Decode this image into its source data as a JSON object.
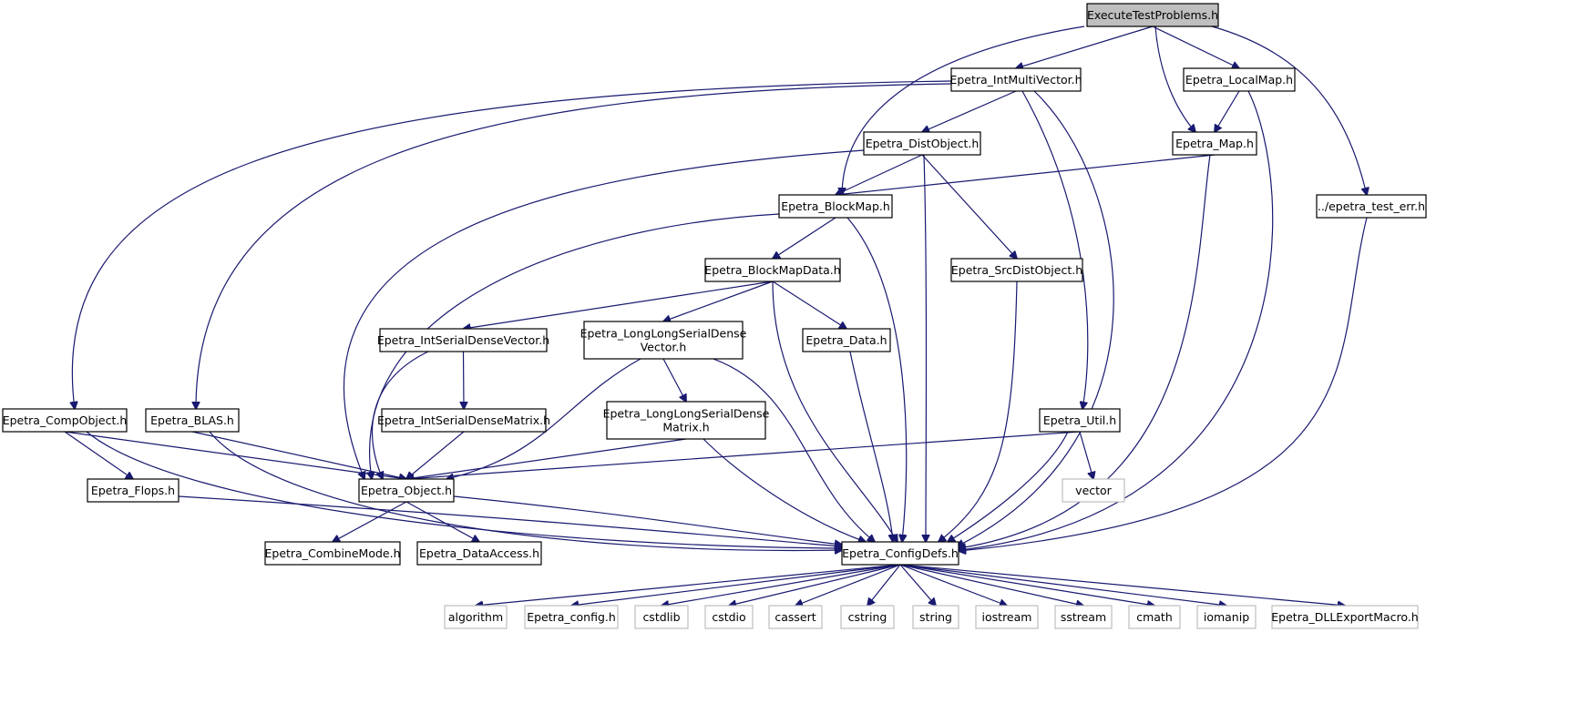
{
  "diagram": {
    "nodes": [
      {
        "id": "exec",
        "label": "ExecuteTestProblems.h",
        "root": true
      },
      {
        "id": "intmv",
        "label": "Epetra_IntMultiVector.h"
      },
      {
        "id": "localmap",
        "label": "Epetra_LocalMap.h"
      },
      {
        "id": "distobj",
        "label": "Epetra_DistObject.h"
      },
      {
        "id": "map",
        "label": "Epetra_Map.h"
      },
      {
        "id": "blockmap",
        "label": "Epetra_BlockMap.h"
      },
      {
        "id": "testerr",
        "label": "../epetra_test_err.h"
      },
      {
        "id": "bmdata",
        "label": "Epetra_BlockMapData.h"
      },
      {
        "id": "srcdist",
        "label": "Epetra_SrcDistObject.h"
      },
      {
        "id": "isdv",
        "label": "Epetra_IntSerialDenseVector.h"
      },
      {
        "id": "llsdv",
        "label": "Epetra_LongLongSerialDense\nVector.h"
      },
      {
        "id": "data",
        "label": "Epetra_Data.h"
      },
      {
        "id": "compobj",
        "label": "Epetra_CompObject.h"
      },
      {
        "id": "blas",
        "label": "Epetra_BLAS.h"
      },
      {
        "id": "isdm",
        "label": "Epetra_IntSerialDenseMatrix.h"
      },
      {
        "id": "llsdm",
        "label": "Epetra_LongLongSerialDense\nMatrix.h"
      },
      {
        "id": "util",
        "label": "Epetra_Util.h"
      },
      {
        "id": "flops",
        "label": "Epetra_Flops.h"
      },
      {
        "id": "object",
        "label": "Epetra_Object.h"
      },
      {
        "id": "vector",
        "label": "vector",
        "external": true
      },
      {
        "id": "combine",
        "label": "Epetra_CombineMode.h"
      },
      {
        "id": "dataaccess",
        "label": "Epetra_DataAccess.h"
      },
      {
        "id": "configdefs",
        "label": "Epetra_ConfigDefs.h"
      },
      {
        "id": "algorithm",
        "label": "algorithm",
        "external": true
      },
      {
        "id": "config",
        "label": "Epetra_config.h",
        "external": true
      },
      {
        "id": "cstdlib",
        "label": "cstdlib",
        "external": true
      },
      {
        "id": "cstdio",
        "label": "cstdio",
        "external": true
      },
      {
        "id": "cassert",
        "label": "cassert",
        "external": true
      },
      {
        "id": "cstring",
        "label": "cstring",
        "external": true
      },
      {
        "id": "string",
        "label": "string",
        "external": true
      },
      {
        "id": "iostream",
        "label": "iostream",
        "external": true
      },
      {
        "id": "sstream",
        "label": "sstream",
        "external": true
      },
      {
        "id": "cmath",
        "label": "cmath",
        "external": true
      },
      {
        "id": "iomanip",
        "label": "iomanip",
        "external": true
      },
      {
        "id": "dllexport",
        "label": "Epetra_DLLExportMacro.h",
        "external": true
      }
    ],
    "edges": [
      [
        "exec",
        "intmv"
      ],
      [
        "exec",
        "blockmap"
      ],
      [
        "exec",
        "map"
      ],
      [
        "exec",
        "localmap"
      ],
      [
        "exec",
        "testerr"
      ],
      [
        "intmv",
        "distobj"
      ],
      [
        "intmv",
        "compobj"
      ],
      [
        "intmv",
        "blas"
      ],
      [
        "intmv",
        "util"
      ],
      [
        "intmv",
        "configdefs"
      ],
      [
        "localmap",
        "map"
      ],
      [
        "localmap",
        "configdefs"
      ],
      [
        "map",
        "blockmap"
      ],
      [
        "map",
        "configdefs"
      ],
      [
        "distobj",
        "blockmap"
      ],
      [
        "distobj",
        "object"
      ],
      [
        "distobj",
        "srcdist"
      ],
      [
        "distobj",
        "configdefs"
      ],
      [
        "blockmap",
        "bmdata"
      ],
      [
        "blockmap",
        "object"
      ],
      [
        "blockmap",
        "configdefs"
      ],
      [
        "testerr",
        "configdefs"
      ],
      [
        "bmdata",
        "isdv"
      ],
      [
        "bmdata",
        "llsdv"
      ],
      [
        "bmdata",
        "data"
      ],
      [
        "bmdata",
        "configdefs"
      ],
      [
        "srcdist",
        "configdefs"
      ],
      [
        "isdv",
        "isdm"
      ],
      [
        "isdv",
        "object"
      ],
      [
        "llsdv",
        "llsdm"
      ],
      [
        "llsdv",
        "object"
      ],
      [
        "llsdv",
        "configdefs"
      ],
      [
        "data",
        "configdefs"
      ],
      [
        "isdm",
        "object"
      ],
      [
        "llsdm",
        "object"
      ],
      [
        "llsdm",
        "configdefs"
      ],
      [
        "compobj",
        "flops"
      ],
      [
        "compobj",
        "object"
      ],
      [
        "compobj",
        "configdefs"
      ],
      [
        "blas",
        "object"
      ],
      [
        "blas",
        "configdefs"
      ],
      [
        "util",
        "object"
      ],
      [
        "util",
        "vector"
      ],
      [
        "util",
        "configdefs"
      ],
      [
        "flops",
        "configdefs"
      ],
      [
        "object",
        "combine"
      ],
      [
        "object",
        "dataaccess"
      ],
      [
        "object",
        "configdefs"
      ],
      [
        "configdefs",
        "algorithm"
      ],
      [
        "configdefs",
        "config"
      ],
      [
        "configdefs",
        "cstdlib"
      ],
      [
        "configdefs",
        "cstdio"
      ],
      [
        "configdefs",
        "cassert"
      ],
      [
        "configdefs",
        "cstring"
      ],
      [
        "configdefs",
        "string"
      ],
      [
        "configdefs",
        "iostream"
      ],
      [
        "configdefs",
        "sstream"
      ],
      [
        "configdefs",
        "cmath"
      ],
      [
        "configdefs",
        "iomanip"
      ],
      [
        "configdefs",
        "dllexport"
      ]
    ]
  }
}
